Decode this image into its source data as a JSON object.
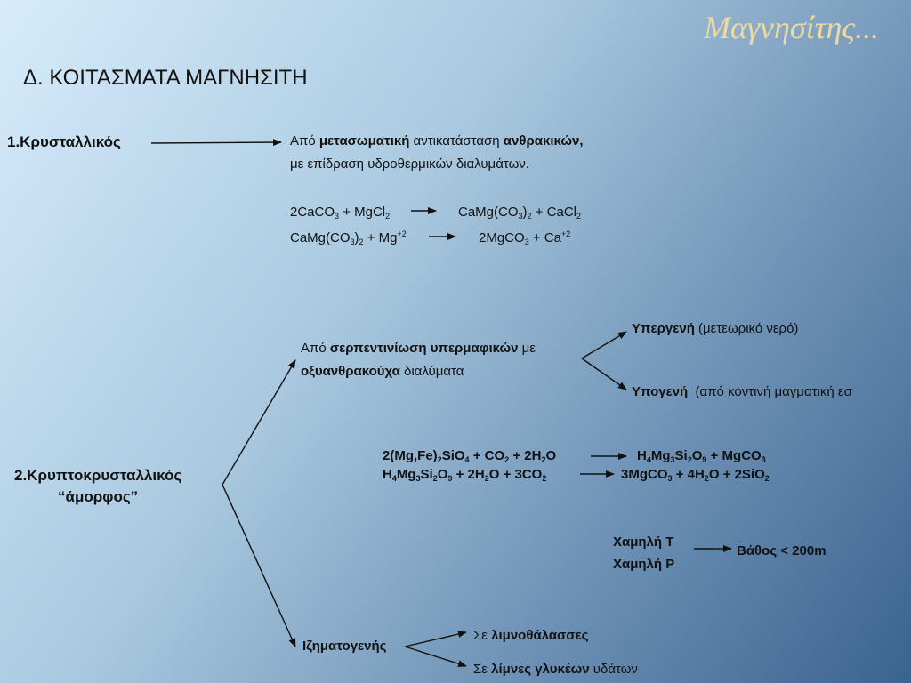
{
  "slide_title": "Μαγνησίτης...",
  "heading": "Δ. ΚΟΙΤΑΣΜΑΤΑ ΜΑΓΝΗΣΙΤΗ",
  "crystalline": {
    "label": "1.Κρυσταλλικός",
    "line1": {
      "a": "Από ",
      "b": "μετασωματική",
      "c": " αντικατάσταση ",
      "d": "ανθρακικών,"
    },
    "line2": "με επίδραση υδροθερμικών διαλυμάτων.",
    "eq1_left": {
      "p1": "2CaCO",
      "s1": "3",
      "p2": " + MgCl",
      "s2": "2"
    },
    "eq1_right": {
      "p1": "CaMg(CO",
      "s1": "3",
      "p2": ")",
      "s2": "2",
      "p3": " + CaCl",
      "s3": "2"
    },
    "eq2_left": {
      "p1": "CaMg(CO",
      "s1": "3",
      "p2": ")",
      "s2": "2",
      "p3": " + Mg",
      "sup": "+2"
    },
    "eq2_right": {
      "p1": "2MgCO",
      "s1": "3",
      "p2": " + Ca",
      "sup": "+2"
    }
  },
  "cryptocrystalline": {
    "label_line1": "2.Κρυπτοκρυσταλλικός",
    "label_line2": "“άμορφος”",
    "serpentinization": {
      "line1": {
        "a": "Από ",
        "b": "σερπεντινίωση υπερμαφικών",
        "c": " με"
      },
      "line2": {
        "a": "οξυανθρακούχα",
        "b": " διαλύματα"
      },
      "hypergenic": {
        "b": "Υπεργενή",
        "t": " (μετεωρικό νερό)"
      },
      "hypogenic": {
        "b": "Υπογενή",
        "t": "  (από κοντινή μαγματική εσ"
      }
    },
    "reaction1_left": {
      "p1": "2(Mg,Fe)",
      "s1": "2",
      "p2": "SiO",
      "s2": "4",
      "p3": " + CO",
      "s3": "2",
      "p4": " + 2H",
      "s4": "2",
      "p5": "O"
    },
    "reaction1_right": {
      "p1": "H",
      "s1": "4",
      "p2": "Mg",
      "s2": "3",
      "p3": "Si",
      "s3": "2",
      "p4": "O",
      "s4": "9",
      "p5": " + MgCO",
      "s5": "3"
    },
    "reaction2_left": {
      "p1": "H",
      "s1": "4",
      "p2": "Mg",
      "s2": "3",
      "p3": "Si",
      "s3": "2",
      "p4": "O",
      "s4": "9",
      "p5": " + 2H",
      "s5": "2",
      "p6": "O + 3CO",
      "s6": "2"
    },
    "reaction2_right": {
      "p1": "3MgCO",
      "s1": "3",
      "p2": " + 4H",
      "s2": "2",
      "p3": "O + 2SiO",
      "s3": "2"
    },
    "conditions": {
      "low_t": "Χαμηλή T",
      "low_p": "Χαμηλή P",
      "depth": "Βάθος < 200m"
    },
    "sedimentary": {
      "label": "Ιζηματογενής",
      "lagoons": {
        "a": "Σε ",
        "b": "λιμνοθάλασσες"
      },
      "lakes": {
        "a": "Σε ",
        "b": "λίμνες γλυκέων",
        "c": " υδάτων"
      }
    }
  }
}
